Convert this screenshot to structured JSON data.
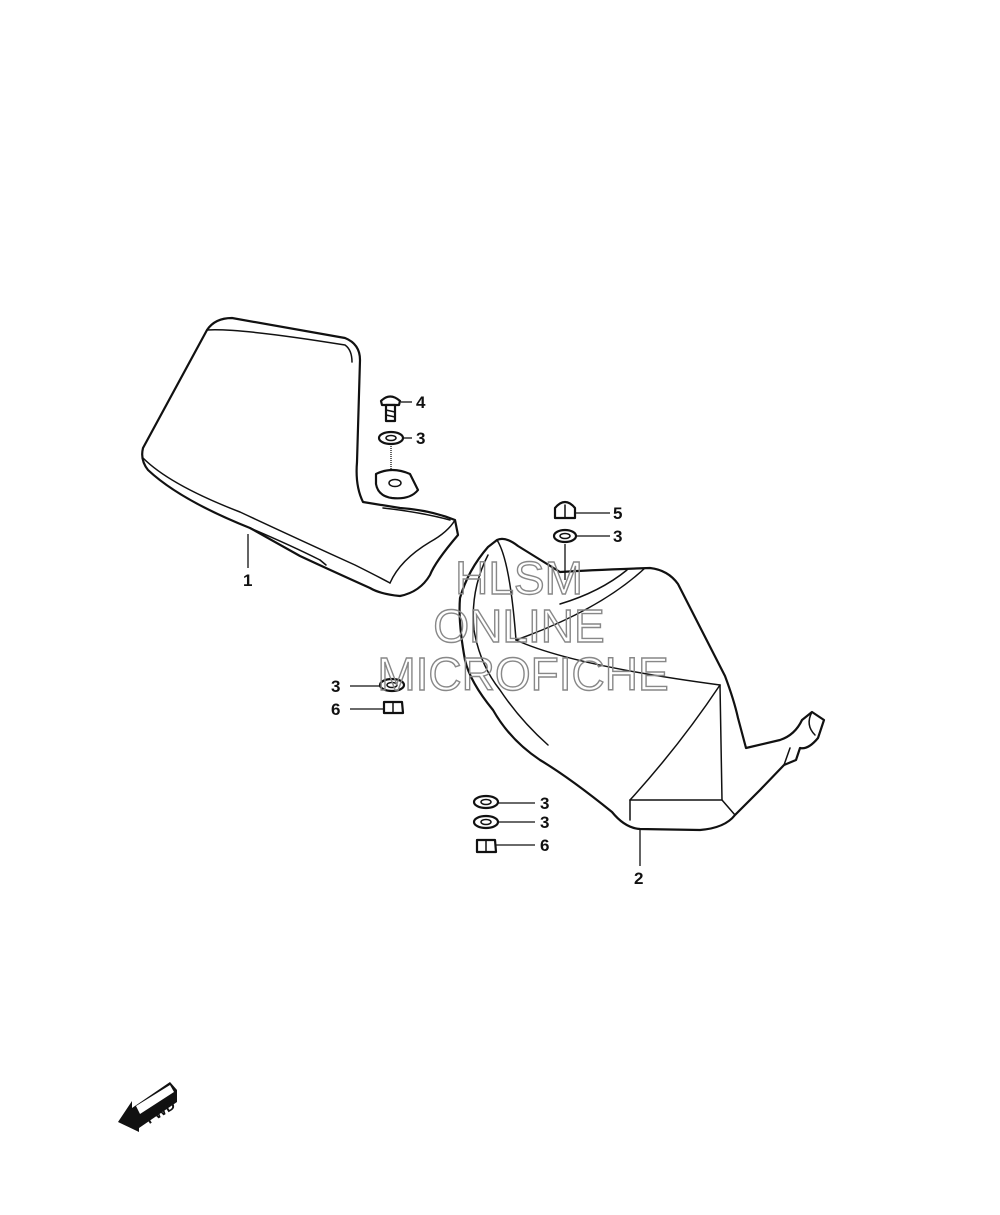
{
  "diagram": {
    "parts": [
      {
        "ref": "1",
        "name": "hand-guard-left"
      },
      {
        "ref": "2",
        "name": "hand-guard-right"
      },
      {
        "ref": "3",
        "name": "washer"
      },
      {
        "ref": "4",
        "name": "screw"
      },
      {
        "ref": "5",
        "name": "cap-nut"
      },
      {
        "ref": "6",
        "name": "nut"
      }
    ],
    "callouts": [
      "4",
      "3",
      "5",
      "3",
      "1",
      "3",
      "6",
      "3",
      "3",
      "6",
      "2"
    ],
    "watermark": {
      "line1": "HLSM",
      "line2": "ONLINE",
      "line3": "MICROFICHE",
      "color": "#888888"
    },
    "direction_label": "FWD",
    "line_color": "#111111"
  }
}
